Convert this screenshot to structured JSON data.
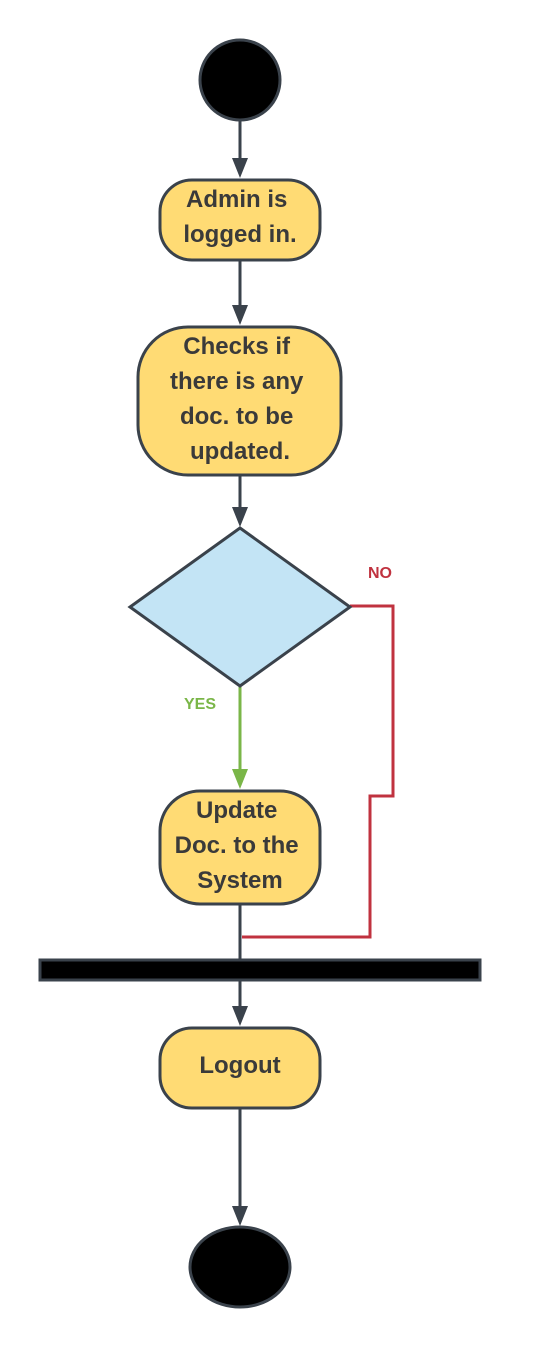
{
  "colors": {
    "activity_fill": "#ffdb74",
    "decision_fill": "#c3e4f5",
    "stroke": "#3a424b",
    "start_end_fill": "#000000",
    "yes_color": "#7ab648",
    "no_color": "#c0323f"
  },
  "nodes": {
    "start": {
      "type": "initial-node"
    },
    "admin_logged_in": {
      "type": "activity",
      "lines": [
        "Admin is",
        "logged in."
      ]
    },
    "check_docs": {
      "type": "activity",
      "lines": [
        "Checks if",
        "there is any",
        "doc. to be",
        "updated."
      ]
    },
    "decision": {
      "type": "decision",
      "label": ""
    },
    "update_doc": {
      "type": "activity",
      "lines": [
        "Update",
        "Doc. to the",
        "System"
      ]
    },
    "join_bar": {
      "type": "join-bar"
    },
    "logout": {
      "type": "activity",
      "lines": [
        "Logout"
      ]
    },
    "end": {
      "type": "final-node"
    }
  },
  "edges": {
    "yes_label": "YES",
    "no_label": "NO"
  }
}
